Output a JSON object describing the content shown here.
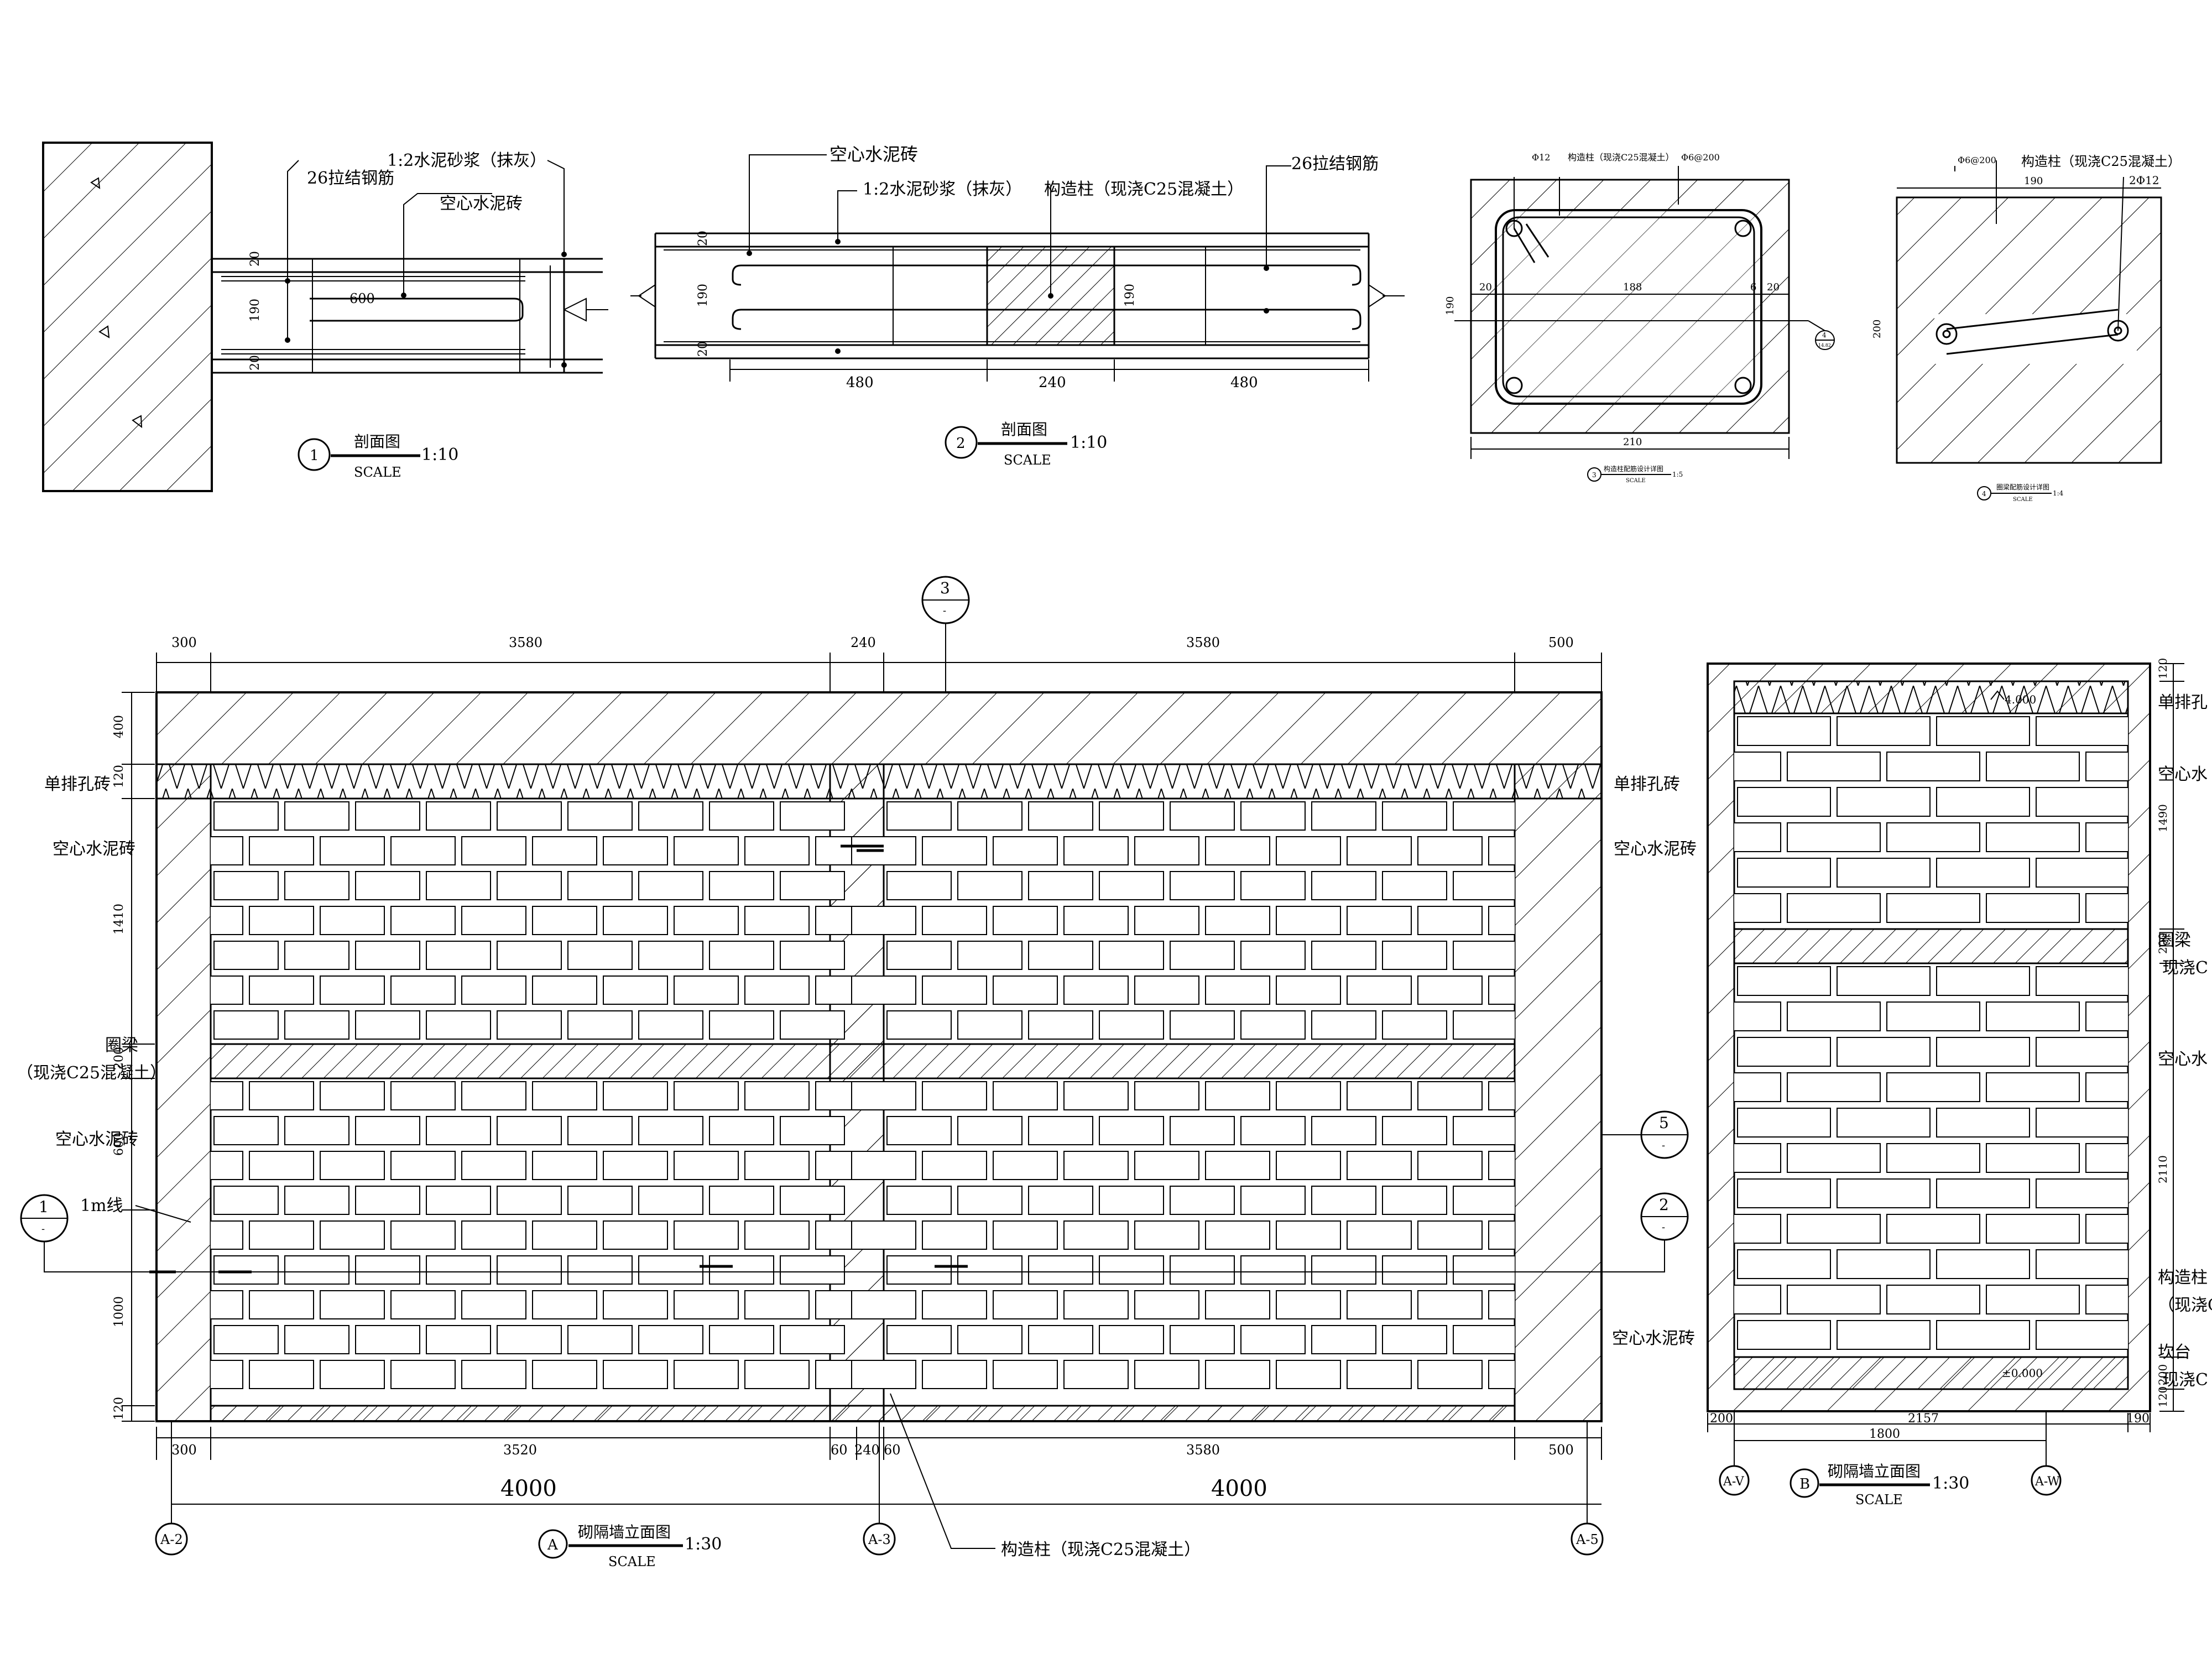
{
  "section1": {
    "labels": {
      "rebar": "26拉结钢筋",
      "mortar": "1:2水泥砂浆（抹灰）",
      "block": "空心水泥砖"
    },
    "dims": {
      "d20a": "20",
      "d190": "190",
      "d20b": "20",
      "d600": "600"
    },
    "title": {
      "num": "1",
      "name": "剖面图",
      "scale_word": "SCALE",
      "scale": "1:10"
    }
  },
  "section2": {
    "labels": {
      "block": "空心水泥砖",
      "mortar": "1:2水泥砂浆（抹灰）",
      "column": "构造柱（现浇C25混凝土）",
      "rebar": "26拉结钢筋"
    },
    "dims": {
      "d20a": "20",
      "d190": "190",
      "d20b": "20",
      "d190r": "190",
      "w1": "480",
      "w2": "240",
      "w3": "480"
    },
    "title": {
      "num": "2",
      "name": "剖面图",
      "scale_word": "SCALE",
      "scale": "1:10"
    }
  },
  "section3": {
    "labels": {
      "l1": "Φ12",
      "l2": "构造柱（现浇C25混凝土）",
      "l3": "Φ6@200"
    },
    "dims": {
      "d20l": "20",
      "d188": "188",
      "d6": "6",
      "d20r": "20",
      "d210": "210",
      "d190": "190"
    },
    "title": {
      "num": "3",
      "name": "构造柱配筋设计详图",
      "scale_word": "SCALE",
      "scale": "1:5"
    },
    "callout": {
      "num": "4",
      "sub": "14.82"
    }
  },
  "section4": {
    "labels": {
      "l1": "Φ6@200",
      "l2": "构造柱（现浇C25混凝土）",
      "l3": "2Φ12"
    },
    "dims": {
      "d190": "190",
      "d200": "200"
    },
    "title": {
      "num": "4",
      "name": "圈梁配筋设计详图",
      "scale_word": "SCALE",
      "scale": "1:4"
    }
  },
  "elevationA": {
    "top_dims": [
      "300",
      "3580",
      "240",
      "3580",
      "500"
    ],
    "bottom_dims": [
      "300",
      "3520",
      "60",
      "240",
      "60",
      "3580",
      "500"
    ],
    "totals": [
      "4000",
      "4000"
    ],
    "left_dims": [
      "400",
      "120",
      "1410",
      "200",
      "600",
      "1000",
      "120"
    ],
    "left_labels": {
      "single_row": "单排孔砖",
      "block_top": "空心水泥砖",
      "ring_beam": "圈梁",
      "ring_beam_note": "（现浇C25混凝土）",
      "block_mid": "空心水泥砖",
      "line_1m": "1m线"
    },
    "right_labels": {
      "single_row": "单排孔砖",
      "block_top": "空心水泥砖",
      "block_bottom": "空心水泥砖"
    },
    "callouts": {
      "top": {
        "num": "3",
        "sub": "-"
      },
      "left": {
        "num": "1",
        "sub": "-"
      },
      "right5": {
        "num": "5",
        "sub": "-"
      },
      "right2": {
        "num": "2",
        "sub": "-"
      }
    },
    "axes": [
      "A-2",
      "A-3",
      "A-5"
    ],
    "column_label": "构造柱（现浇C25混凝土）",
    "title": {
      "num": "A",
      "name": "砌隔墙立面图",
      "scale_word": "SCALE",
      "scale": "1:30"
    }
  },
  "elevationB": {
    "right_dims": [
      "120",
      "1490",
      "200",
      "2110",
      "200",
      "120"
    ],
    "bottom_dims": [
      "200",
      "2157",
      "190"
    ],
    "inner_dim": "1800",
    "levels": {
      "top": "4.000",
      "bottom": "±0.000"
    },
    "right_labels": {
      "single_row": "单排孔",
      "block_top": "空心水",
      "ring_beam": "圈梁",
      "ring_note": "现浇C",
      "block_mid": "空心水",
      "column": "构造柱",
      "column_note": "（现浇C",
      "sill": "坎台",
      "sill_note": "现浇C"
    },
    "axes": [
      "A-V",
      "A-W"
    ],
    "title": {
      "num": "B",
      "name": "砌隔墙立面图",
      "scale_word": "SCALE",
      "scale": "1:30"
    }
  }
}
